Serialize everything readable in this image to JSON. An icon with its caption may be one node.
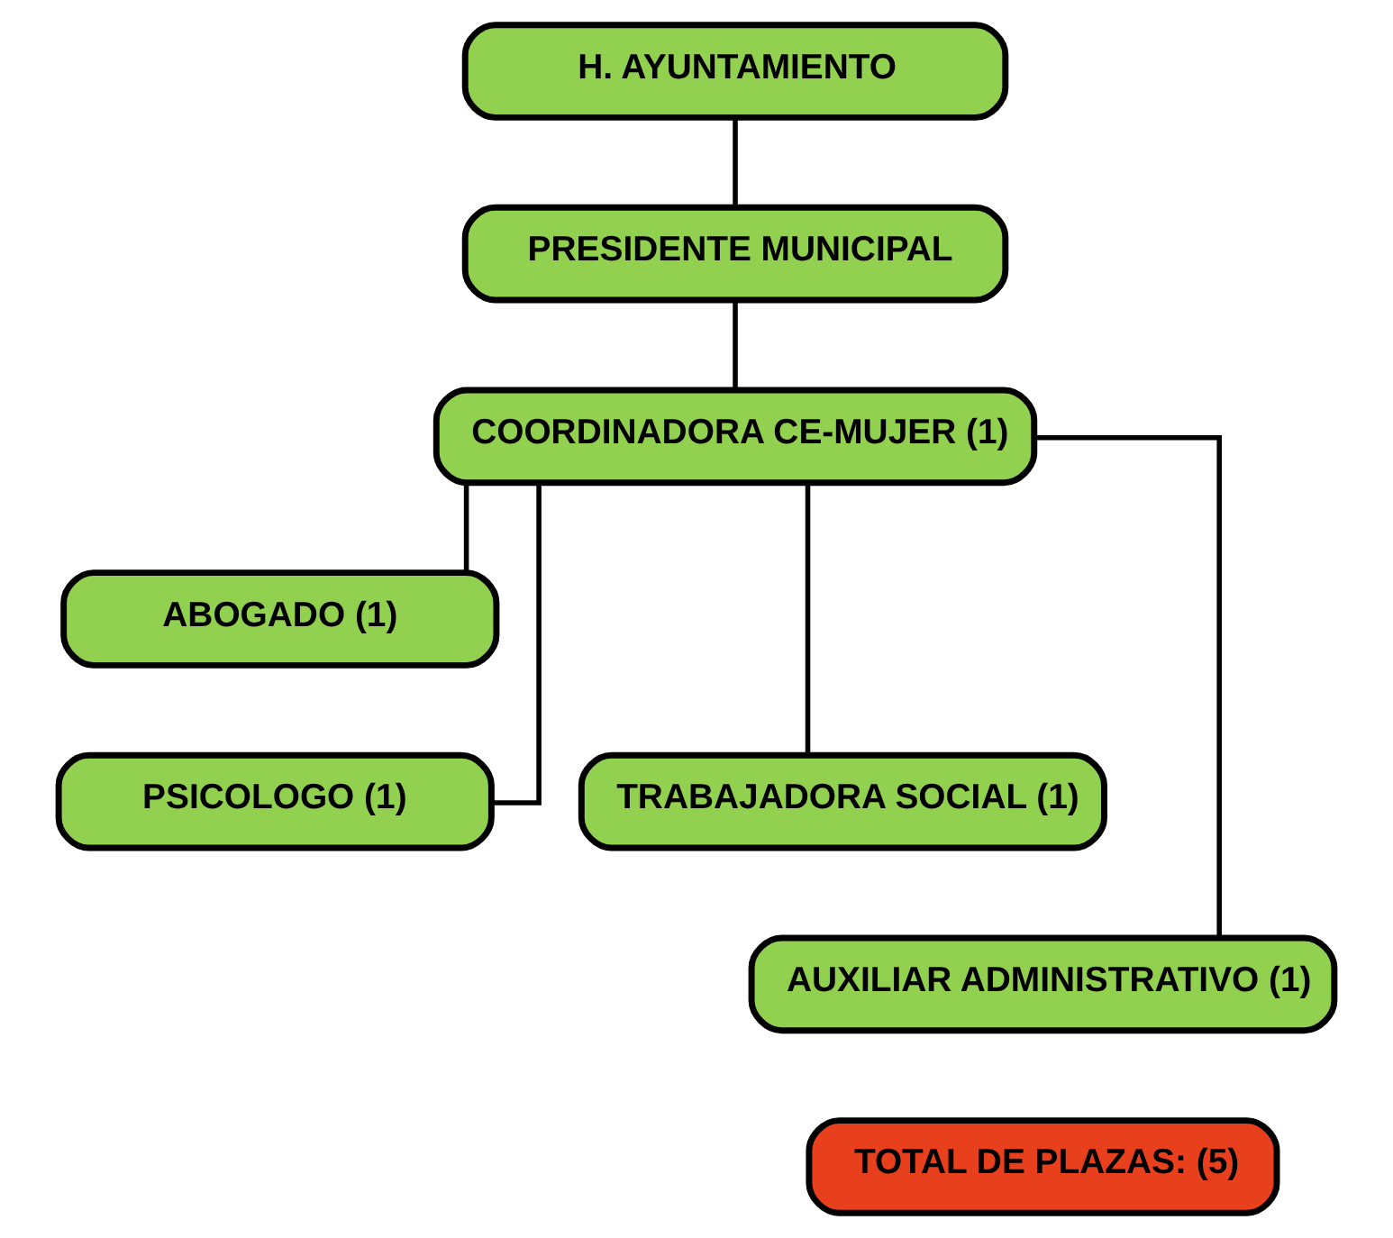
{
  "diagram": {
    "nodes": [
      {
        "text": [
          "H. AYUNTAMIENTO"
        ]
      },
      {
        "text": [
          "PRESIDENTE MUNICIPAL"
        ]
      },
      {
        "text": [
          "COORDINADORA CE-MUJER (1)"
        ]
      },
      {
        "text": [
          "ABOGADO (1)"
        ]
      },
      {
        "text": [
          "PSICOLOGO (1)"
        ]
      },
      {
        "text": [
          "TRABAJADORA SOCIAL (1)"
        ]
      },
      {
        "text": [
          "AUXILIAR ADMINISTRATIVO (1)"
        ]
      },
      {
        "text": [
          "TOTAL DE PLAZAS: (5)"
        ]
      }
    ],
    "edges": [
      {
        "from": 0,
        "to": 1,
        "arrow": "none"
      },
      {
        "from": 1,
        "to": 2,
        "arrow": "none"
      },
      {
        "from": 2,
        "to": 3,
        "arrow": "none"
      },
      {
        "from": 2,
        "to": 4,
        "arrow": "none"
      },
      {
        "from": 2,
        "to": 5,
        "arrow": "none"
      },
      {
        "from": 2,
        "to": 6,
        "arrow": "none"
      }
    ]
  }
}
